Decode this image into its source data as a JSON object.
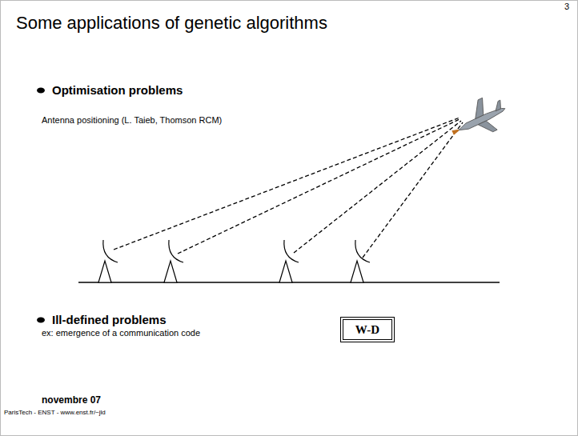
{
  "diagram": {
    "title": "Some applications of genetic algorithms",
    "nodes": [
      {
        "text": [
          "W-D"
        ]
      }
    ],
    "edges": [],
    "labels": [
      "3",
      "Optimisation problems",
      "Antenna positioning (L. Taieb, Thomson RCM)",
      "Ill-defined problems",
      "ex: emergence of a communication code",
      "novembre 07",
      "ParisTech - ENST - www.enst.fr/~jld"
    ]
  }
}
